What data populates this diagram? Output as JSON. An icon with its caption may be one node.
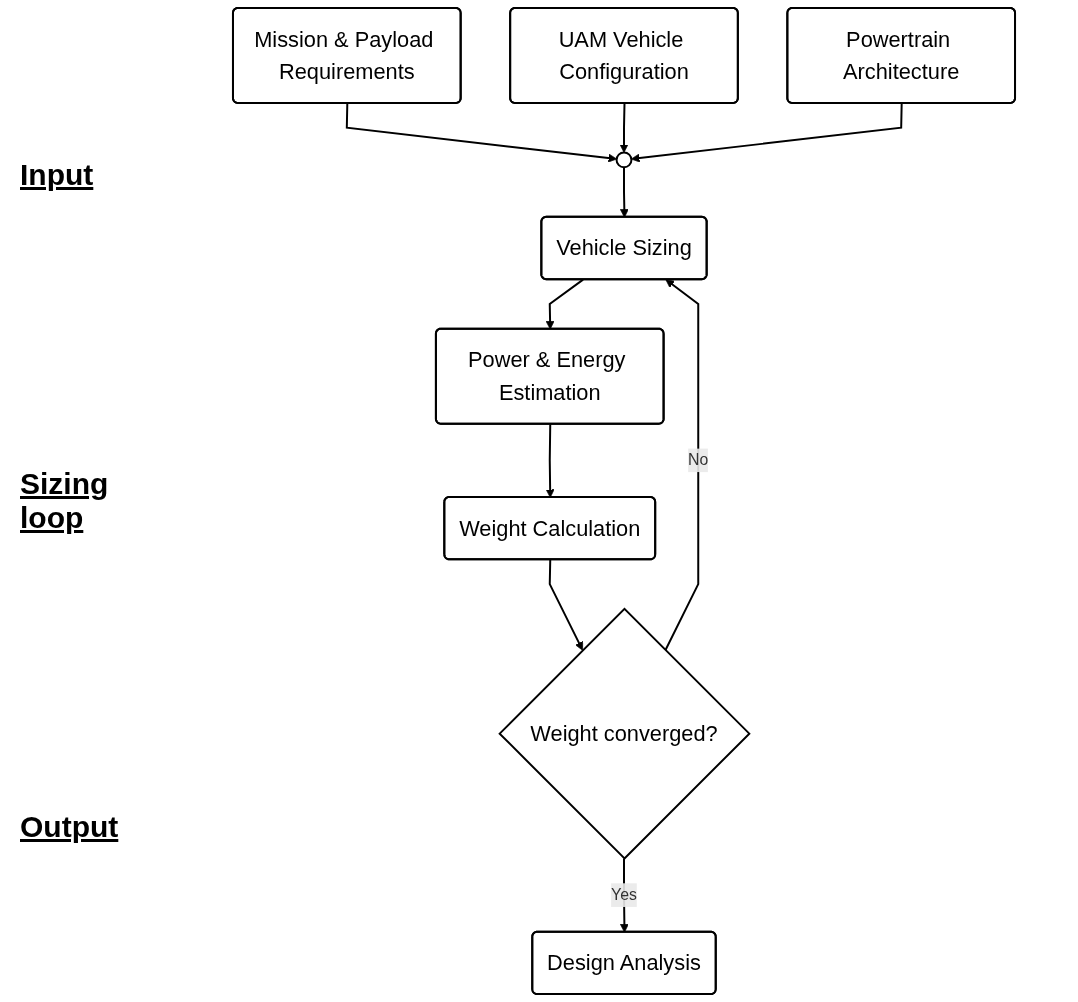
{
  "diagram": {
    "nodes": [
      {
        "text": [
          "Mission & Payload Requirements"
        ]
      },
      {
        "text": [
          "UAM Vehicle Configuration"
        ]
      },
      {
        "text": [
          "Powertrain Architecture"
        ]
      },
      {
        "text": [],
        "shape": "circle"
      },
      {
        "text": [
          "Vehicle Sizing"
        ]
      },
      {
        "text": [
          "Power & Energy Estimation"
        ]
      },
      {
        "text": [
          "Weight Calculation"
        ]
      },
      {
        "text": [
          "Weight converged?"
        ]
      },
      {
        "text": [
          "Design Analysis"
        ]
      }
    ],
    "edges": [
      {
        "from": 0,
        "to": 3,
        "arrow": "to"
      },
      {
        "from": 1,
        "to": 3,
        "arrow": "to"
      },
      {
        "from": 2,
        "to": 3,
        "arrow": "to"
      },
      {
        "from": 3,
        "to": 4,
        "arrow": "to"
      },
      {
        "from": 4,
        "to": 5,
        "arrow": "to"
      },
      {
        "from": 5,
        "to": 6,
        "arrow": "to"
      },
      {
        "from": 6,
        "to": 7,
        "arrow": "to"
      },
      {
        "from": 7,
        "to": 4,
        "label": "No",
        "arrow": "to"
      },
      {
        "from": 7,
        "to": 8,
        "label": "Yes",
        "arrow": "to"
      }
    ],
    "labels": [
      "Input",
      "Sizing loop",
      "Output"
    ]
  }
}
